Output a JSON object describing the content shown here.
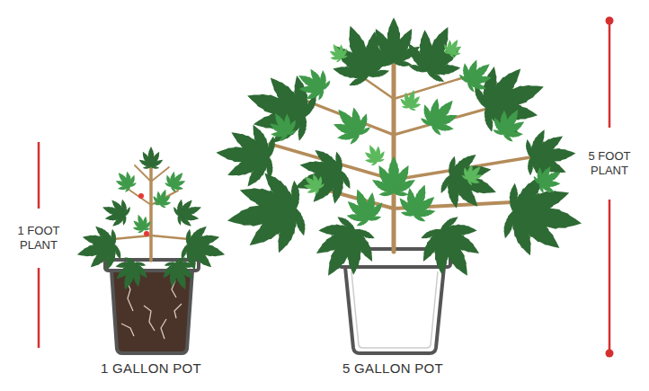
{
  "diagram": {
    "labels": [
      "1 FOOT PLANT",
      "5 FOOT PLANT",
      "1 GALLON POT",
      "5 GALLON POT"
    ]
  }
}
